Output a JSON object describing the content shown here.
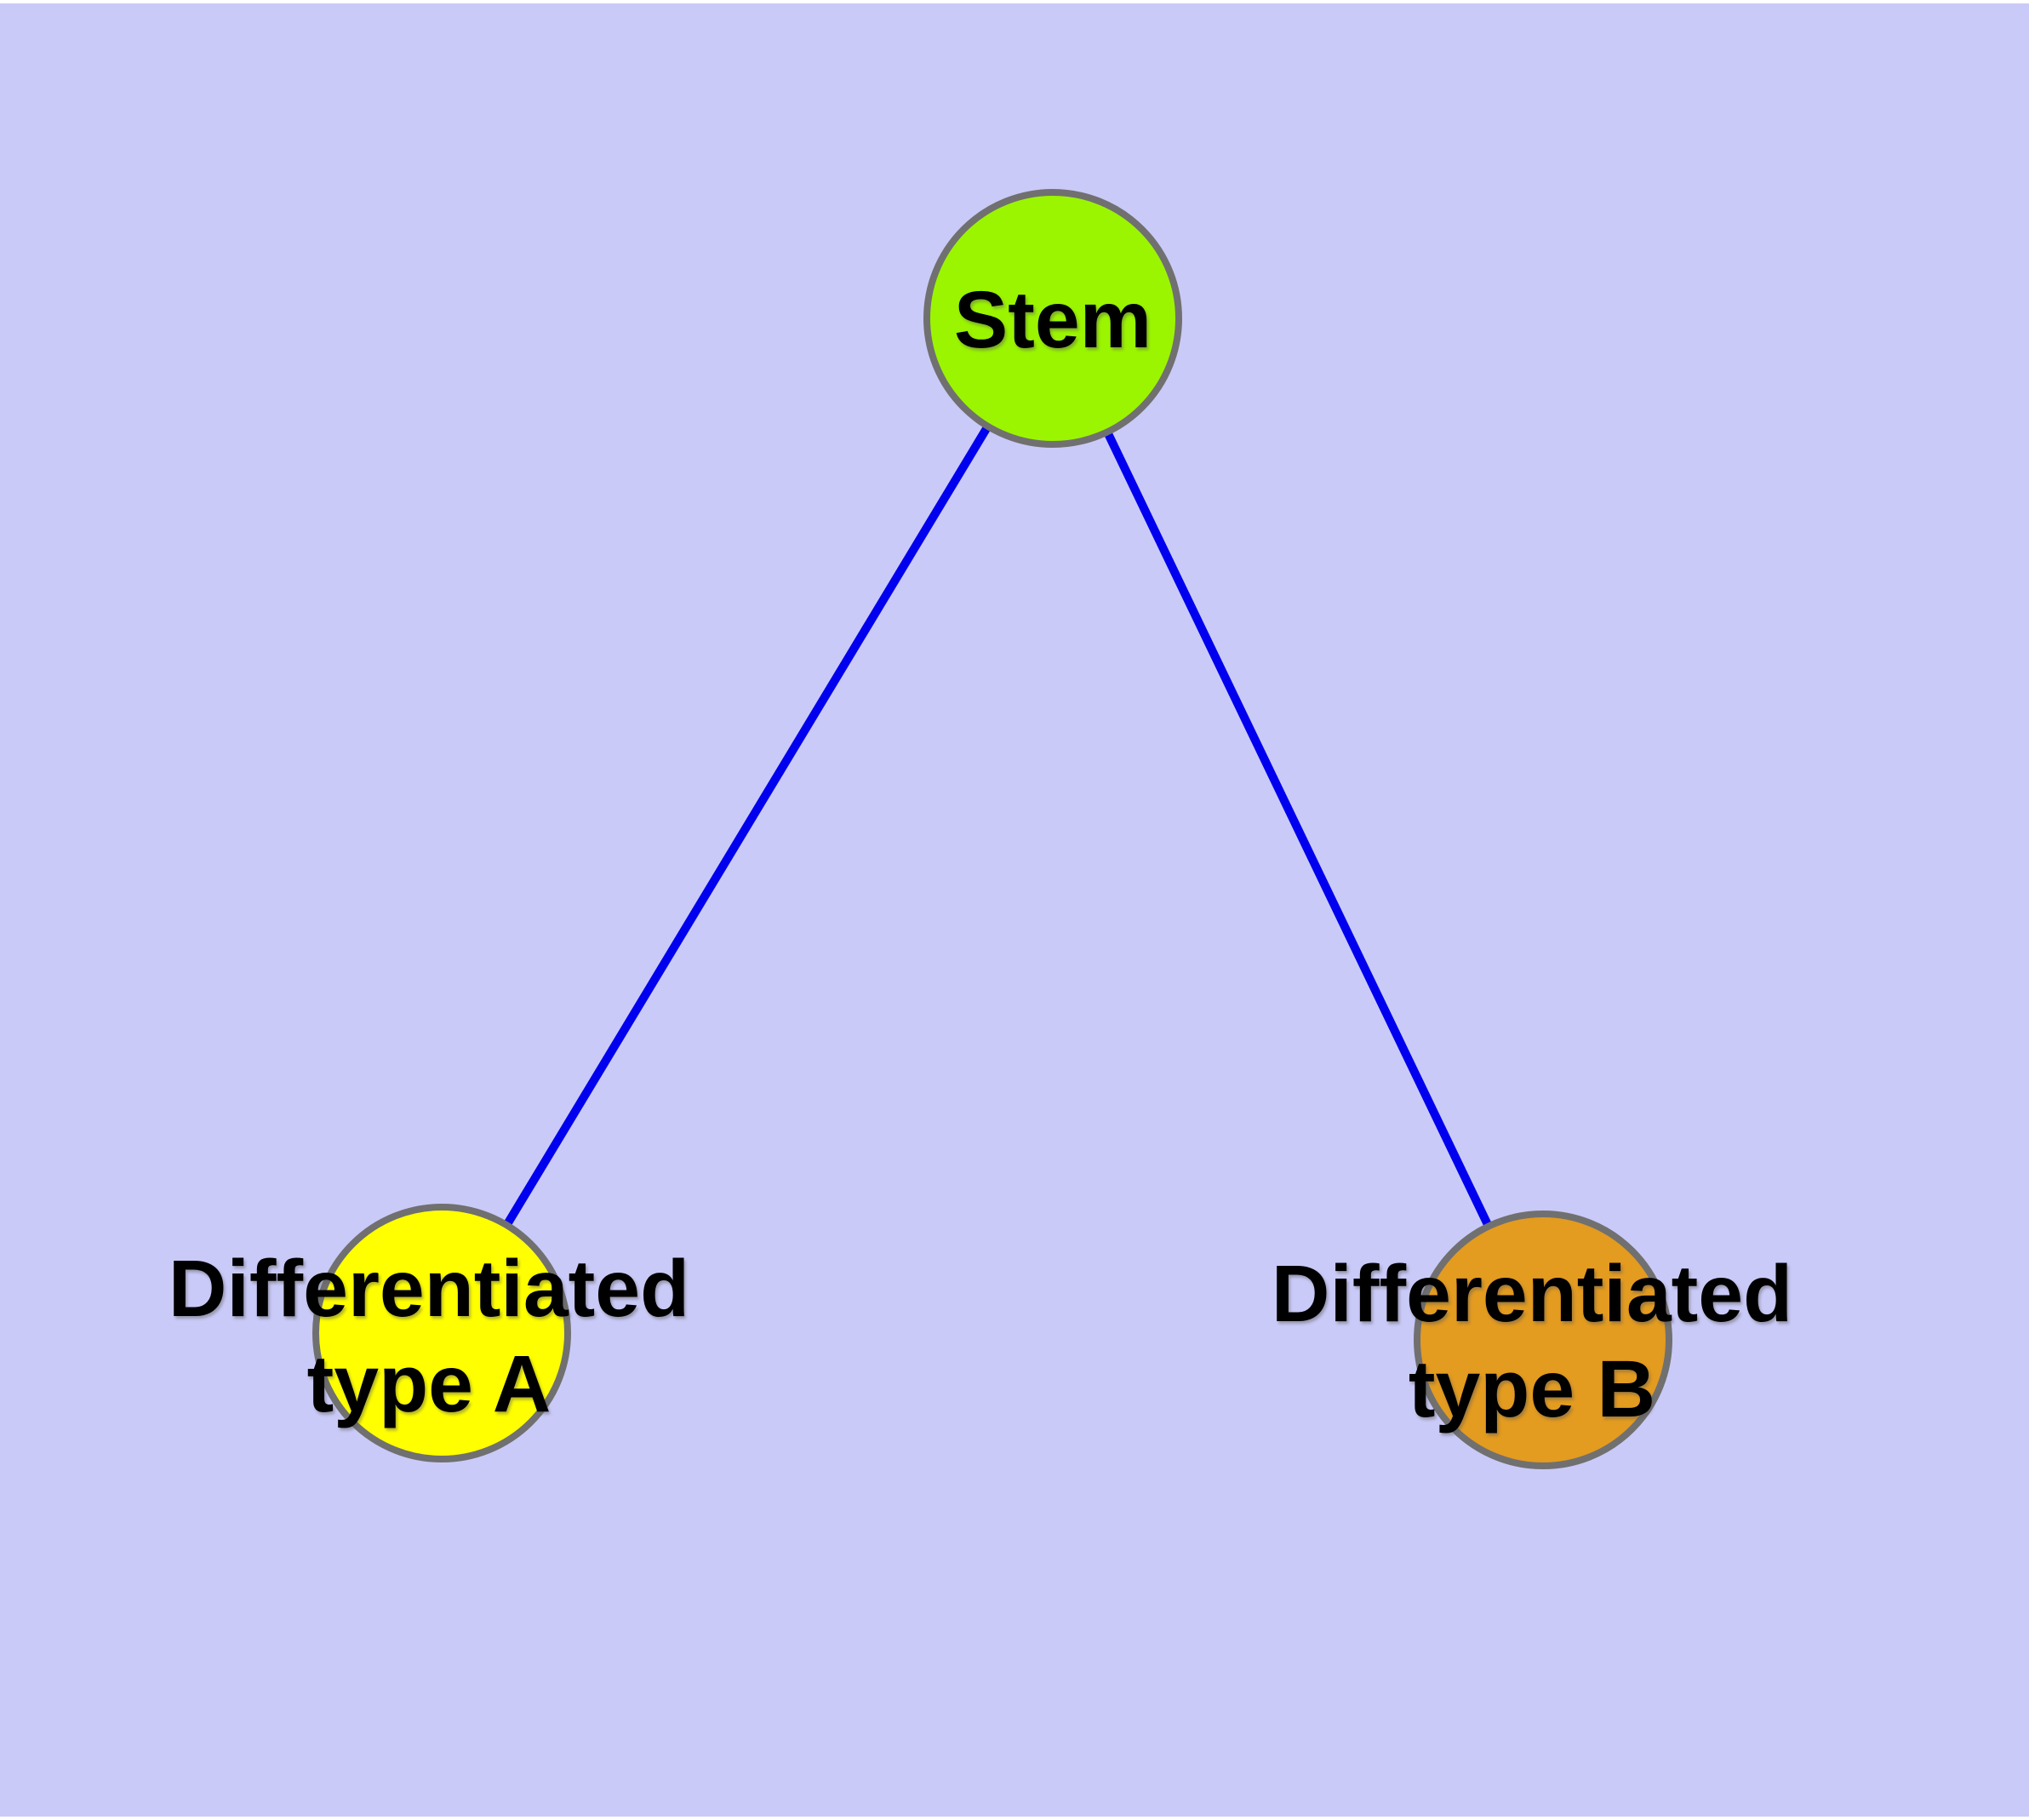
{
  "diagram": {
    "type": "node-link graph (cell differentiation hierarchy)",
    "nodes": {
      "stem": {
        "label": "Stem",
        "color": "#9BF500"
      },
      "type_a": {
        "line1": "Differentiated",
        "line2": "type A",
        "color": "#FFFF00"
      },
      "type_b": {
        "line1": "Differentiated",
        "line2": "type B",
        "color": "#E39B20"
      }
    },
    "edges": [
      {
        "from": "Stem",
        "to": "Differentiated type A"
      },
      {
        "from": "Stem",
        "to": "Differentiated type B"
      }
    ],
    "colors": {
      "background": "#CACAF8",
      "page_margin": "#FFFFFF",
      "edge": "#0000EE",
      "node_border": "#707070",
      "label_text": "#000000"
    }
  }
}
